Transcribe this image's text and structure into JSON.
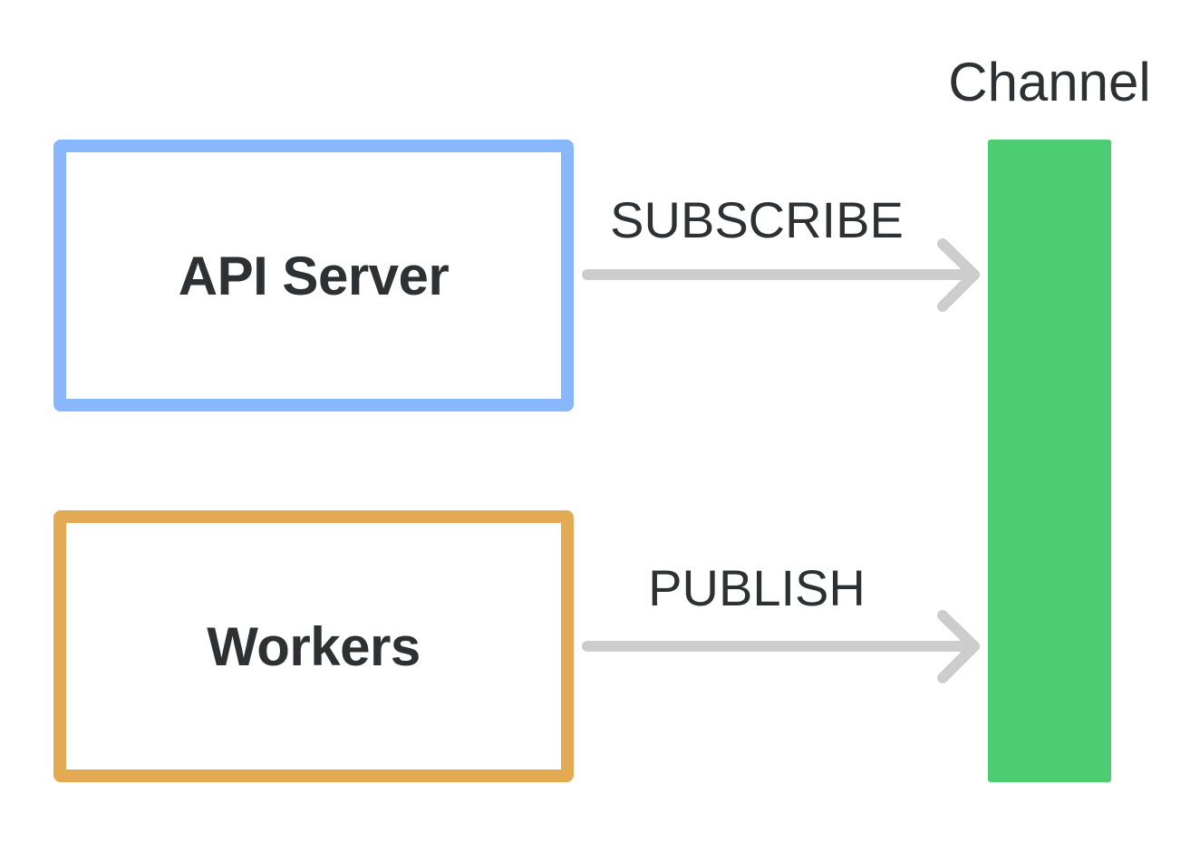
{
  "nodes": {
    "api_server": {
      "label": "API Server",
      "border_color": "#89b7fc"
    },
    "workers": {
      "label": "Workers",
      "border_color": "#e2aa52"
    }
  },
  "channel": {
    "title": "Channel",
    "color": "#4ccd72"
  },
  "edges": {
    "subscribe": {
      "label": "SUBSCRIBE",
      "from": "API Server",
      "to": "Channel"
    },
    "publish": {
      "label": "PUBLISH",
      "from": "Workers",
      "to": "Channel"
    }
  },
  "arrow_color": "#cdcdcd"
}
